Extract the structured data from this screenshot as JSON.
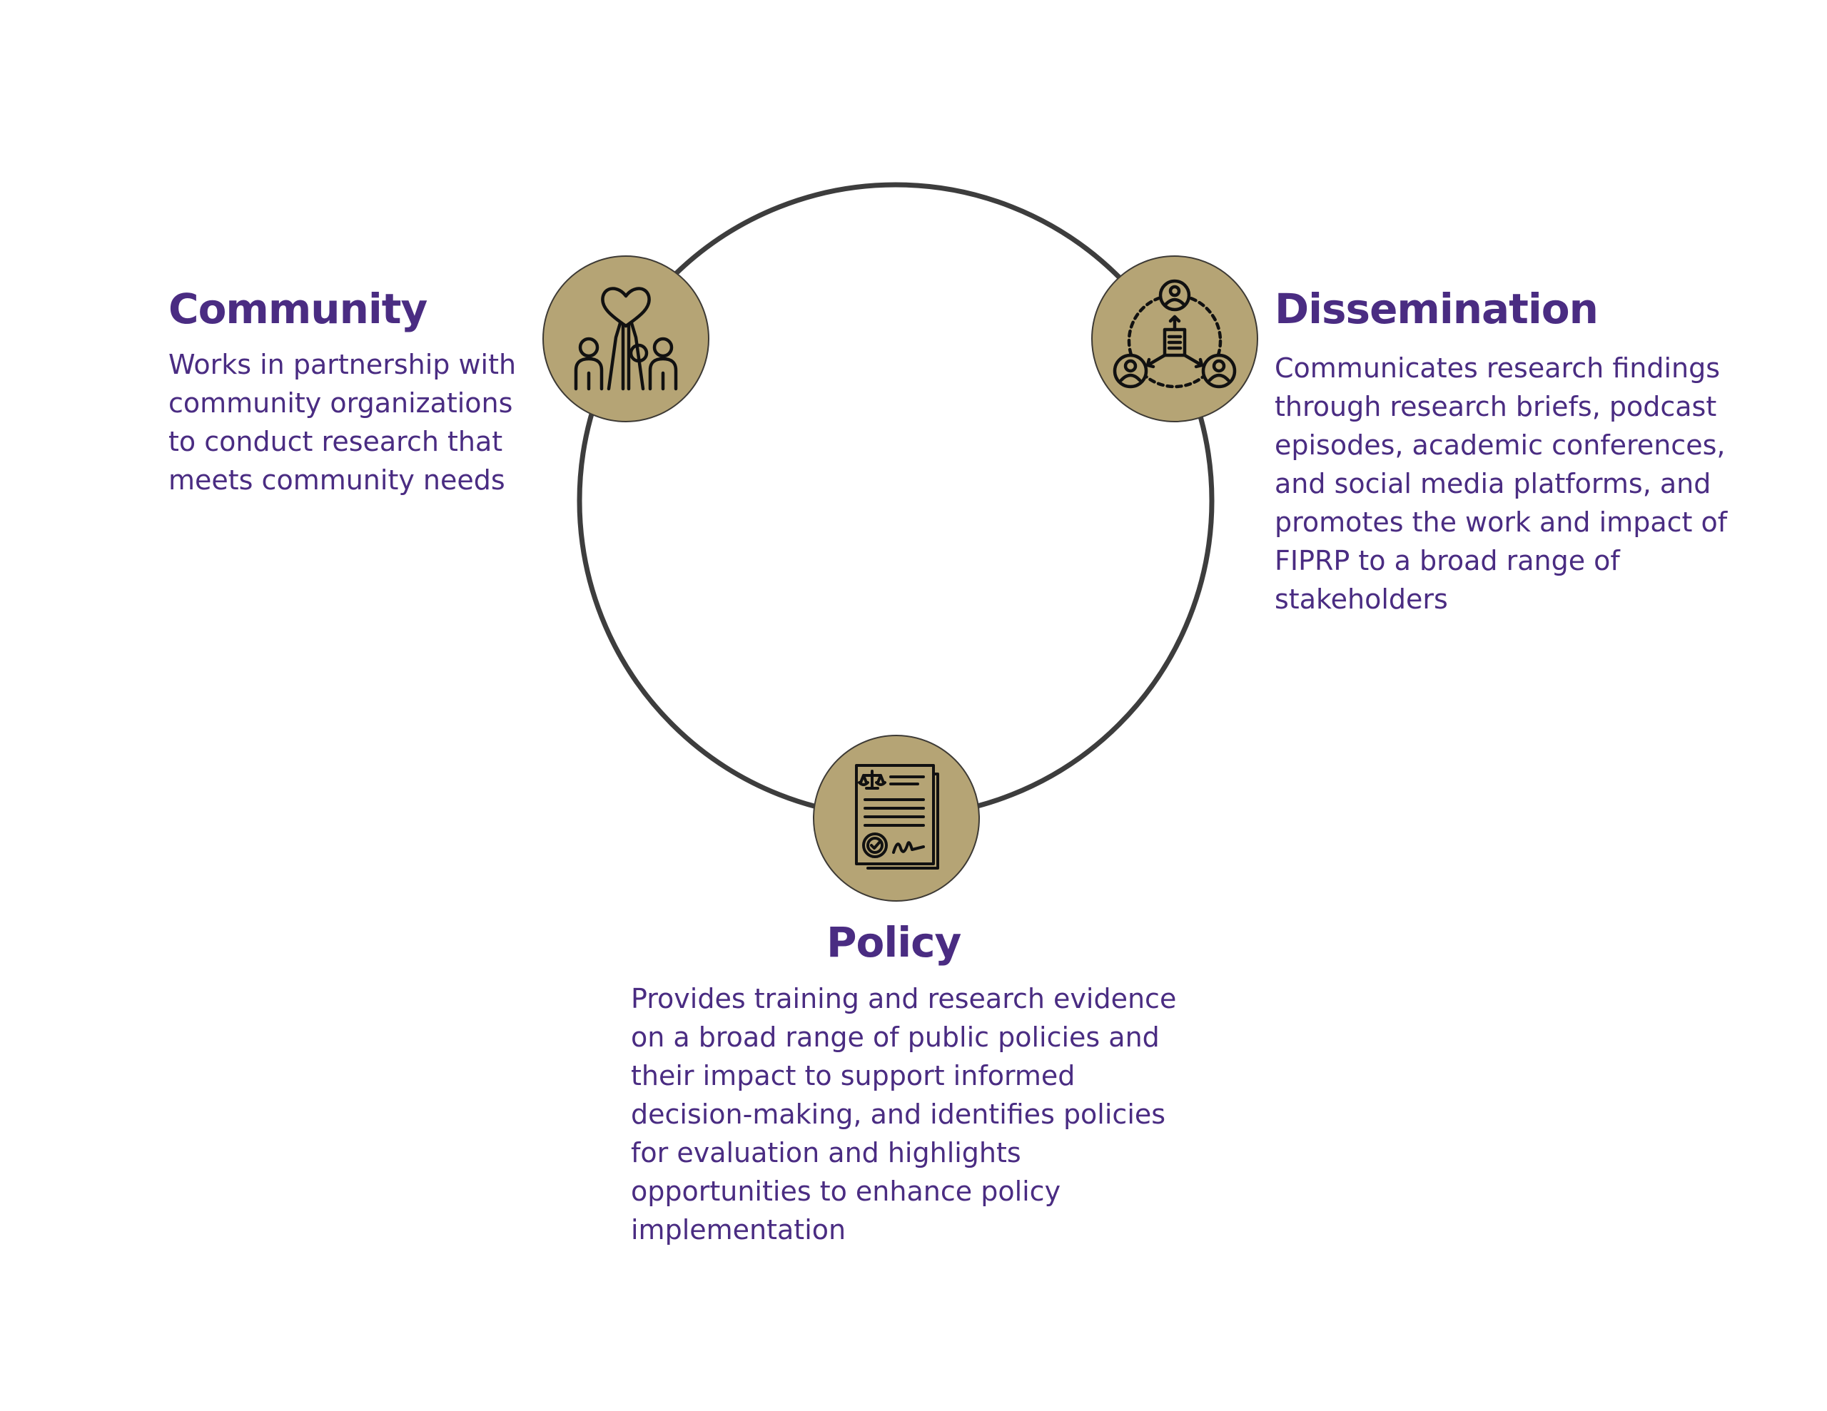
{
  "colors": {
    "heading": "#4a2c82",
    "body_text": "#4a2c82",
    "node_fill": "#b5a475",
    "ring_stroke": "#3d3d3d",
    "icon_stroke": "#111111"
  },
  "community": {
    "icon": "hands-raising-heart-icon",
    "title": "Community",
    "lines": [
      "Works in partnership with",
      "community organizations",
      "to conduct research that",
      "meets community needs"
    ]
  },
  "dissemination": {
    "icon": "network-sharing-icon",
    "title": "Dissemination",
    "lines": [
      "Communicates research findings",
      "through research briefs, podcast",
      "episodes, academic conferences,",
      "and social media platforms, and",
      "promotes the work and impact of",
      "FIPRP to a broad range of",
      "stakeholders"
    ]
  },
  "policy": {
    "icon": "policy-document-icon",
    "title": "Policy",
    "lines": [
      "Provides training and research evidence",
      "on a broad range of public policies and",
      "their impact to support informed",
      "decision-making, and identifies policies",
      "for evaluation and highlights",
      "opportunities to enhance policy",
      "implementation"
    ]
  }
}
